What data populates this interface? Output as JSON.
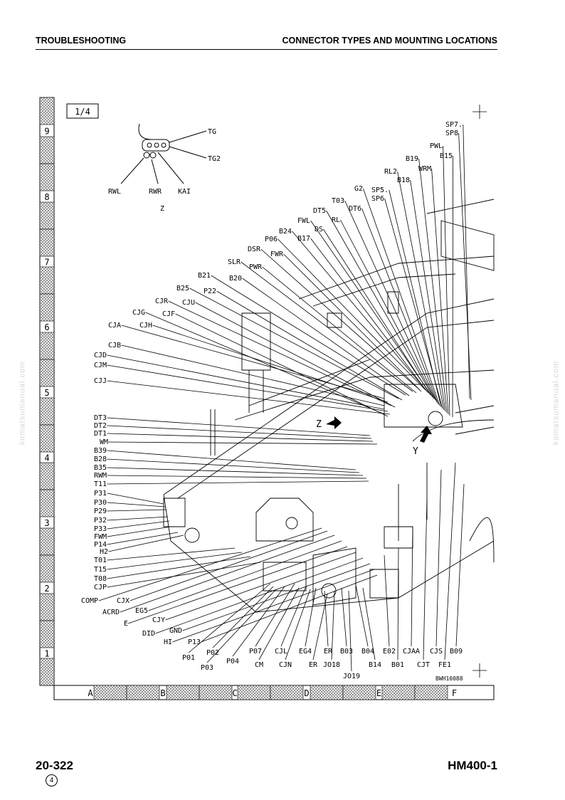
{
  "header": {
    "left": "TROUBLESHOOTING",
    "right": "CONNECTOR TYPES AND MOUNTING LOCATIONS"
  },
  "footer": {
    "page_number": "20-322",
    "model": "HM400-1",
    "revision": "4"
  },
  "watermark": "komatsumanual.com",
  "sheet": {
    "label": "1/4",
    "drawing_id": "BWH10088",
    "view_z_label": "Z",
    "view_y_label": "Y",
    "row_labels": [
      "9",
      "8",
      "7",
      "6",
      "5",
      "4",
      "3",
      "2",
      "1"
    ],
    "col_labels": [
      "A",
      "B",
      "C",
      "D",
      "E",
      "F"
    ]
  },
  "detail_z": {
    "labels": [
      "TG",
      "TG2",
      "RWL",
      "RWR",
      "KAI"
    ],
    "title": "Z"
  },
  "left_labels": [
    "CJA",
    "CJH",
    "CJB",
    "CJD",
    "CJM",
    "CJJ",
    "DT3",
    "DT2",
    "DT1",
    "WM",
    "B39",
    "B28",
    "B35",
    "RWM",
    "T11",
    "P31",
    "P30",
    "P29",
    "P32",
    "P33",
    "FWM",
    "P14",
    "H2",
    "T01",
    "T15",
    "T08",
    "CJP",
    "COMP",
    "CJX",
    "ACRD",
    "EG5",
    "E",
    "CJY",
    "DID",
    "GND",
    "HI",
    "P13"
  ],
  "upper_labels": [
    "CJG",
    "CJF",
    "CJR",
    "CJU",
    "B25",
    "P22",
    "B21",
    "B20",
    "SLR",
    "PWR",
    "DSR",
    "FWR",
    "P06",
    "B17",
    "B24",
    "DS",
    "FWL",
    "DT5",
    "RL",
    "T03",
    "DT6",
    "G2",
    "SP5.",
    "SP6",
    "RL2",
    "B18",
    "B19",
    "WRM",
    "PWL",
    "B15",
    "SP7.",
    "SP8"
  ],
  "bottom_labels": [
    "P01",
    "P02",
    "P03",
    "P04",
    "P07",
    "CM",
    "CJL",
    "CJN",
    "EG4",
    "ER",
    "ER",
    "JO18",
    "B03",
    "JO19",
    "B04",
    "B14",
    "E02",
    "B01",
    "CJAA",
    "CJT",
    "CJS",
    "FE1",
    "B09"
  ]
}
